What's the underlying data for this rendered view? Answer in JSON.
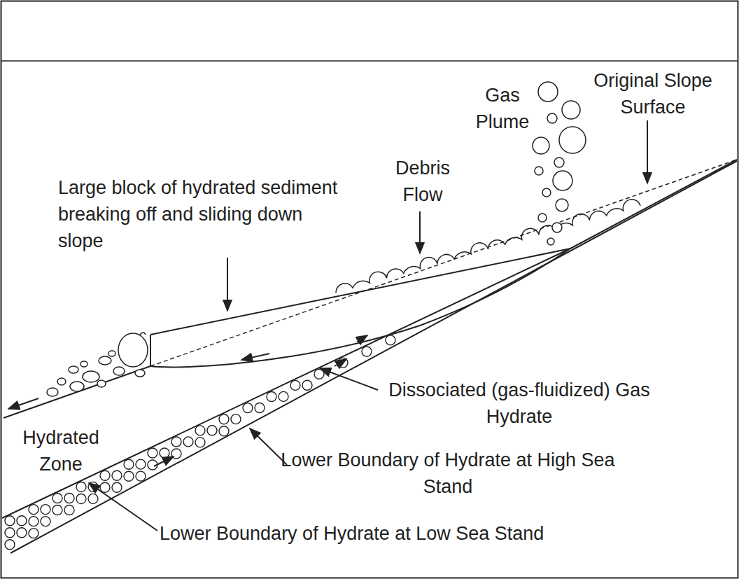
{
  "diagram": {
    "labels": [
      "Gas Plume",
      "Original Slope Surface",
      "Debris Flow",
      "Large block of hydrated sediment breaking off and sliding down slope",
      "Dissociated (gas-fluidized) Gas Hydrate",
      "Hydrated Zone",
      "Lower Boundary of Hydrate at High Sea Stand",
      "Lower Boundary of Hydrate at Low Sea Stand"
    ]
  }
}
